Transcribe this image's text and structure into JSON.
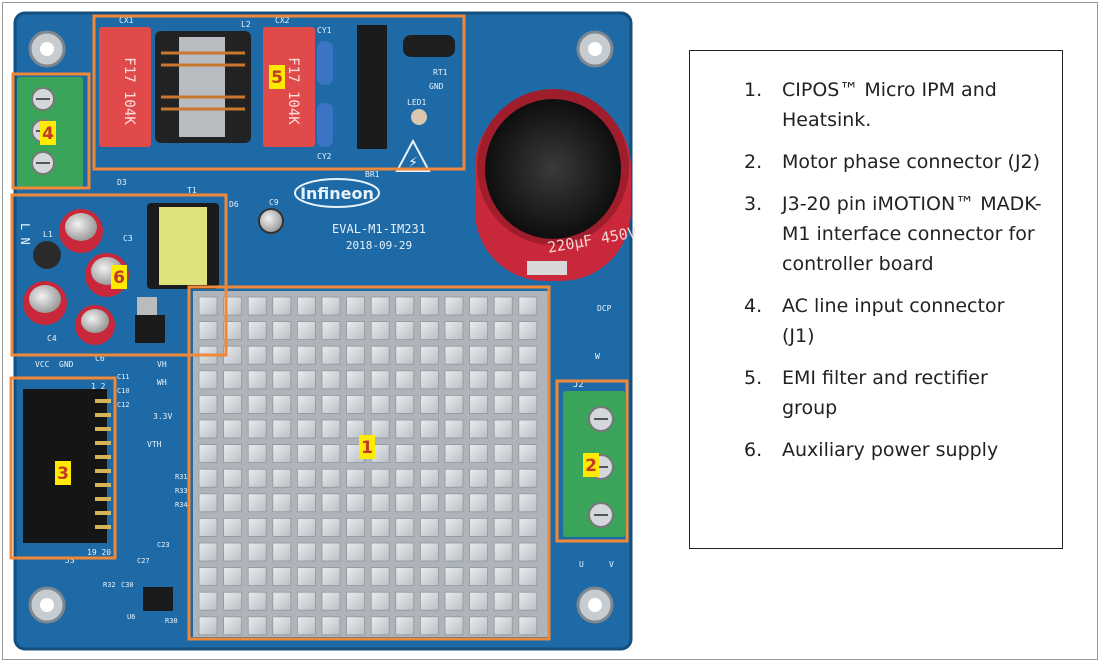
{
  "board": {
    "brand": "Infineon",
    "model": "EVAL-M1-IM231",
    "date": "2018-09-29",
    "capacitor_marking": "220µF 450V",
    "cap_x1_marking": "F17 104K",
    "cap_x2_marking": "F17 104K",
    "silk": {
      "cx1": "CX1",
      "cx2": "CX2",
      "l2": "L2",
      "cy1": "CY1",
      "cy2": "CY2",
      "rt1": "RT1",
      "gnd": "GND",
      "led1": "LED1",
      "br1": "BR1",
      "d3": "D3",
      "t1": "T1",
      "d6": "D6",
      "c9": "C9",
      "c3": "C3",
      "c4": "C4",
      "c6": "C6",
      "l1": "L1",
      "vcc": "VCC",
      "gnd2": "GND",
      "vh": "VH",
      "wh": "WH",
      "c11": "C11",
      "c10": "C10",
      "c12": "C12",
      "v33": "3.3V",
      "vth": "VTH",
      "dcp": "DCP",
      "j3_pins_top": "1 2",
      "j3_pins_bottom": "19 20",
      "j1_label": "L N",
      "j2_label": "J2",
      "u": "U",
      "v": "V",
      "w": "W",
      "c27": "C27",
      "c23": "C23",
      "r32": "R32",
      "c30": "C30",
      "u6": "U6",
      "r30": "R30",
      "r31": "R31",
      "r33": "R33",
      "r34": "R34",
      "j3": "J3"
    },
    "callouts": [
      {
        "id": "1",
        "label": "1"
      },
      {
        "id": "2",
        "label": "2"
      },
      {
        "id": "3",
        "label": "3"
      },
      {
        "id": "4",
        "label": "4"
      },
      {
        "id": "5",
        "label": "5"
      },
      {
        "id": "6",
        "label": "6"
      }
    ]
  },
  "legend": {
    "items": [
      {
        "num": "1.",
        "text": "CIPOS™ Micro IPM and Heatsink."
      },
      {
        "num": "2.",
        "text": "Motor phase connector (J2)"
      },
      {
        "num": "3.",
        "text": "J3-20 pin iMOTION™ MADK-M1 interface connector for controller board"
      },
      {
        "num": "4.",
        "text": "AC line input connector (J1)"
      },
      {
        "num": "5.",
        "text": "EMI filter and rectifier group"
      },
      {
        "num": "6.",
        "text": "Auxiliary power supply"
      }
    ]
  },
  "colors": {
    "pcb": "#1d6aa6",
    "pcb_dark": "#154f7e",
    "callout_box": "#f0883a",
    "callout_label_bg": "#ffeb00",
    "connector_green": "#3aa55a",
    "heatsink": "#d9dde0",
    "capacitor_red": "#c8283a",
    "film_cap_red": "#e04a4a"
  }
}
